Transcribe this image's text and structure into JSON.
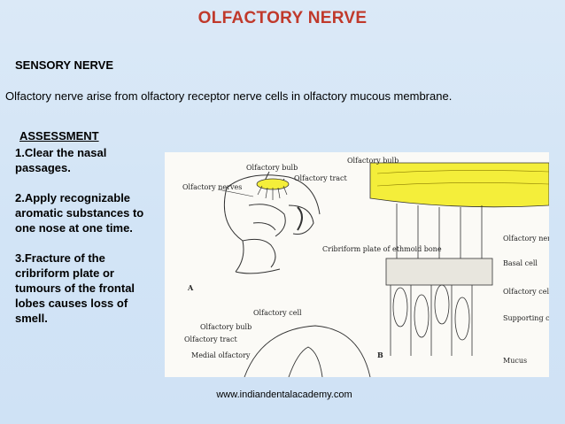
{
  "slide": {
    "title": "OLFACTORY NERVE",
    "subtitle": "SENSORY NERVE",
    "intro": "Olfactory nerve arise from olfactory receptor nerve cells in olfactory mucous membrane.",
    "assessment_heading": "ASSESSMENT",
    "steps": [
      "1.Clear the nasal passages.",
      "2.Apply recognizable aromatic substances to one nose at one time.",
      "3.Fracture of the cribriform plate or tumours of the frontal lobes causes loss of smell."
    ],
    "footer": "www.indiandentalacademy.com"
  },
  "figure": {
    "labels": {
      "bulb_left": "Olfactory bulb",
      "tract_left": "Olfactory tract",
      "nerves": "Olfactory nerves",
      "panel_a": "A",
      "bulb_right": "Olfactory bulb",
      "cribriform": "Cribriform plate of ethmoid bone",
      "olf_nerve": "Olfactory nerve",
      "basal": "Basal cell",
      "olf_cell_right": "Olfactory cell",
      "supporting": "Supporting cell",
      "mucus": "Mucus",
      "olf_cell_bottom": "Olfactory cell",
      "bulb_bottom": "Olfactory bulb",
      "tract_bottom": "Olfactory tract",
      "medial": "Medial olfactory",
      "panel_b": "B"
    },
    "colors": {
      "bulb_yellow": "#f4ee3a",
      "line": "#333333",
      "paper": "#fbfaf6"
    }
  }
}
